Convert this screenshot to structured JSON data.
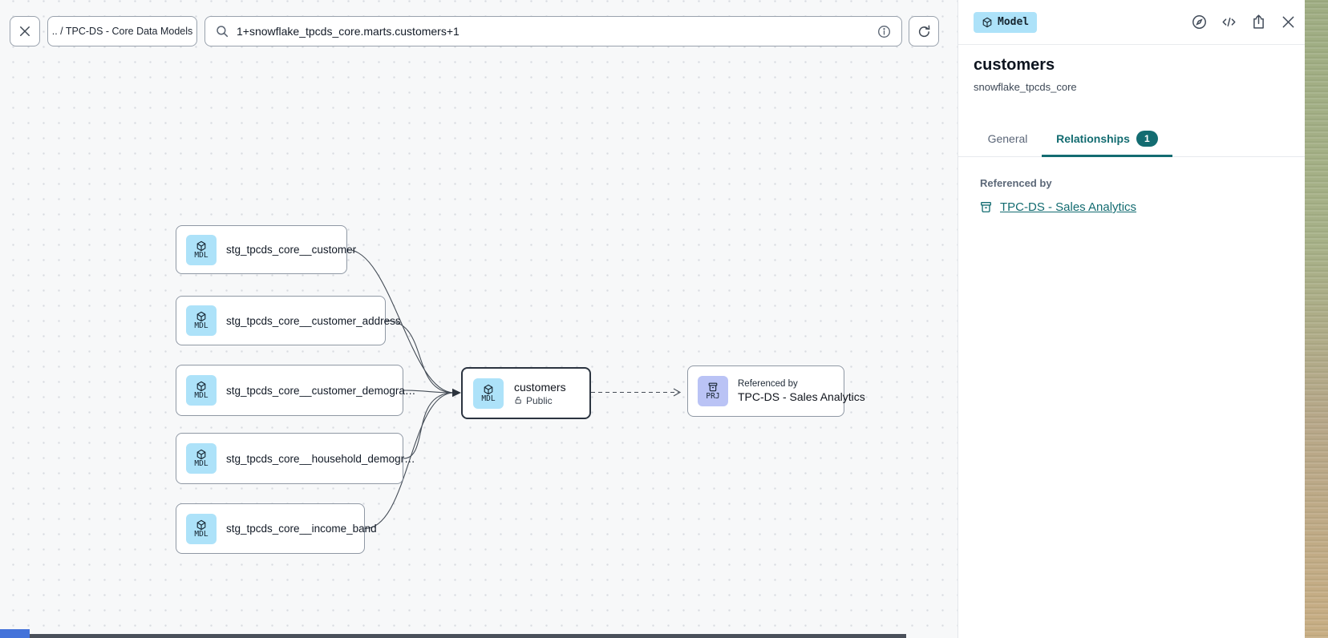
{
  "colors": {
    "accent_teal": "#136c71",
    "model_badge_bg": "#ade2f9",
    "project_badge_bg": "#bac3f5",
    "node_border": "#8f98a4",
    "selected_node_border": "#2b3440",
    "edge": "#454d57"
  },
  "toolbar": {
    "breadcrumb": ".. / TPC-DS - Core Data Models",
    "search_value": "1+snowflake_tpcds_core.marts.customers+1"
  },
  "canvas": {
    "badge_model": "MDL",
    "badge_project": "PRJ",
    "upstream_nodes": [
      {
        "label": "stg_tpcds_core__customer"
      },
      {
        "label": "stg_tpcds_core__customer_address"
      },
      {
        "label": "stg_tpcds_core__customer_demogra…"
      },
      {
        "label": "stg_tpcds_core__household_demogr…"
      },
      {
        "label": "stg_tpcds_core__income_band"
      }
    ],
    "model_node": {
      "title": "customers",
      "access": "Public"
    },
    "project_node": {
      "kicker": "Referenced by",
      "title": "TPC-DS - Sales Analytics"
    }
  },
  "panel": {
    "type_badge": "Model",
    "title": "customers",
    "subtitle": "snowflake_tpcds_core",
    "tabs": [
      {
        "label": "General"
      },
      {
        "label": "Relationships",
        "badge": "1"
      }
    ],
    "section_label": "Referenced by",
    "reference_link": "TPC-DS - Sales Analytics"
  }
}
